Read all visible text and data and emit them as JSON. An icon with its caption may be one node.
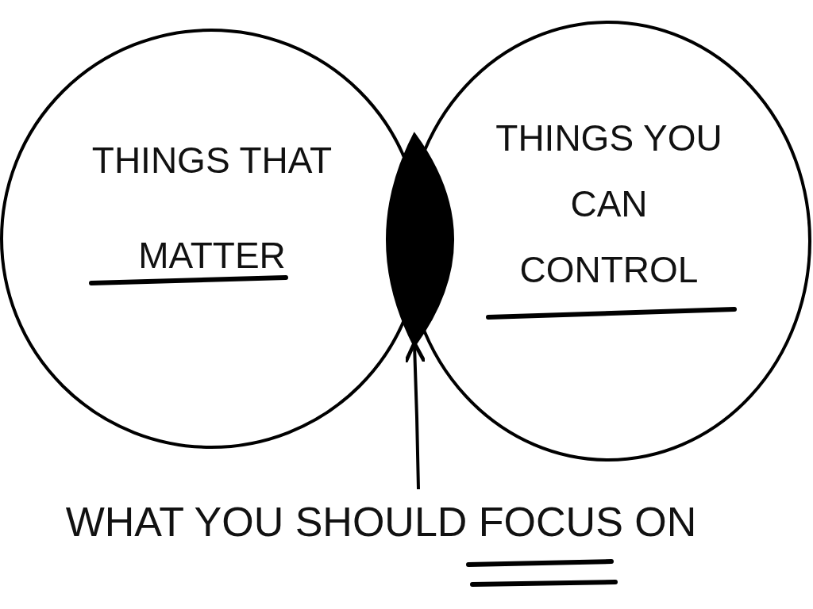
{
  "diagram": {
    "nodes": [
      {
        "text": [
          "THINGS THAT MATTER"
        ]
      },
      {
        "text": [
          "THINGS YOU CAN CONTROL"
        ]
      },
      {
        "text": [],
        "shape": "lens"
      },
      {
        "text": [
          "WHAT YOU SHOULD FOCUS ON"
        ]
      }
    ],
    "edges": [
      {
        "from": 3,
        "to": 2,
        "arrow": "to"
      }
    ]
  }
}
